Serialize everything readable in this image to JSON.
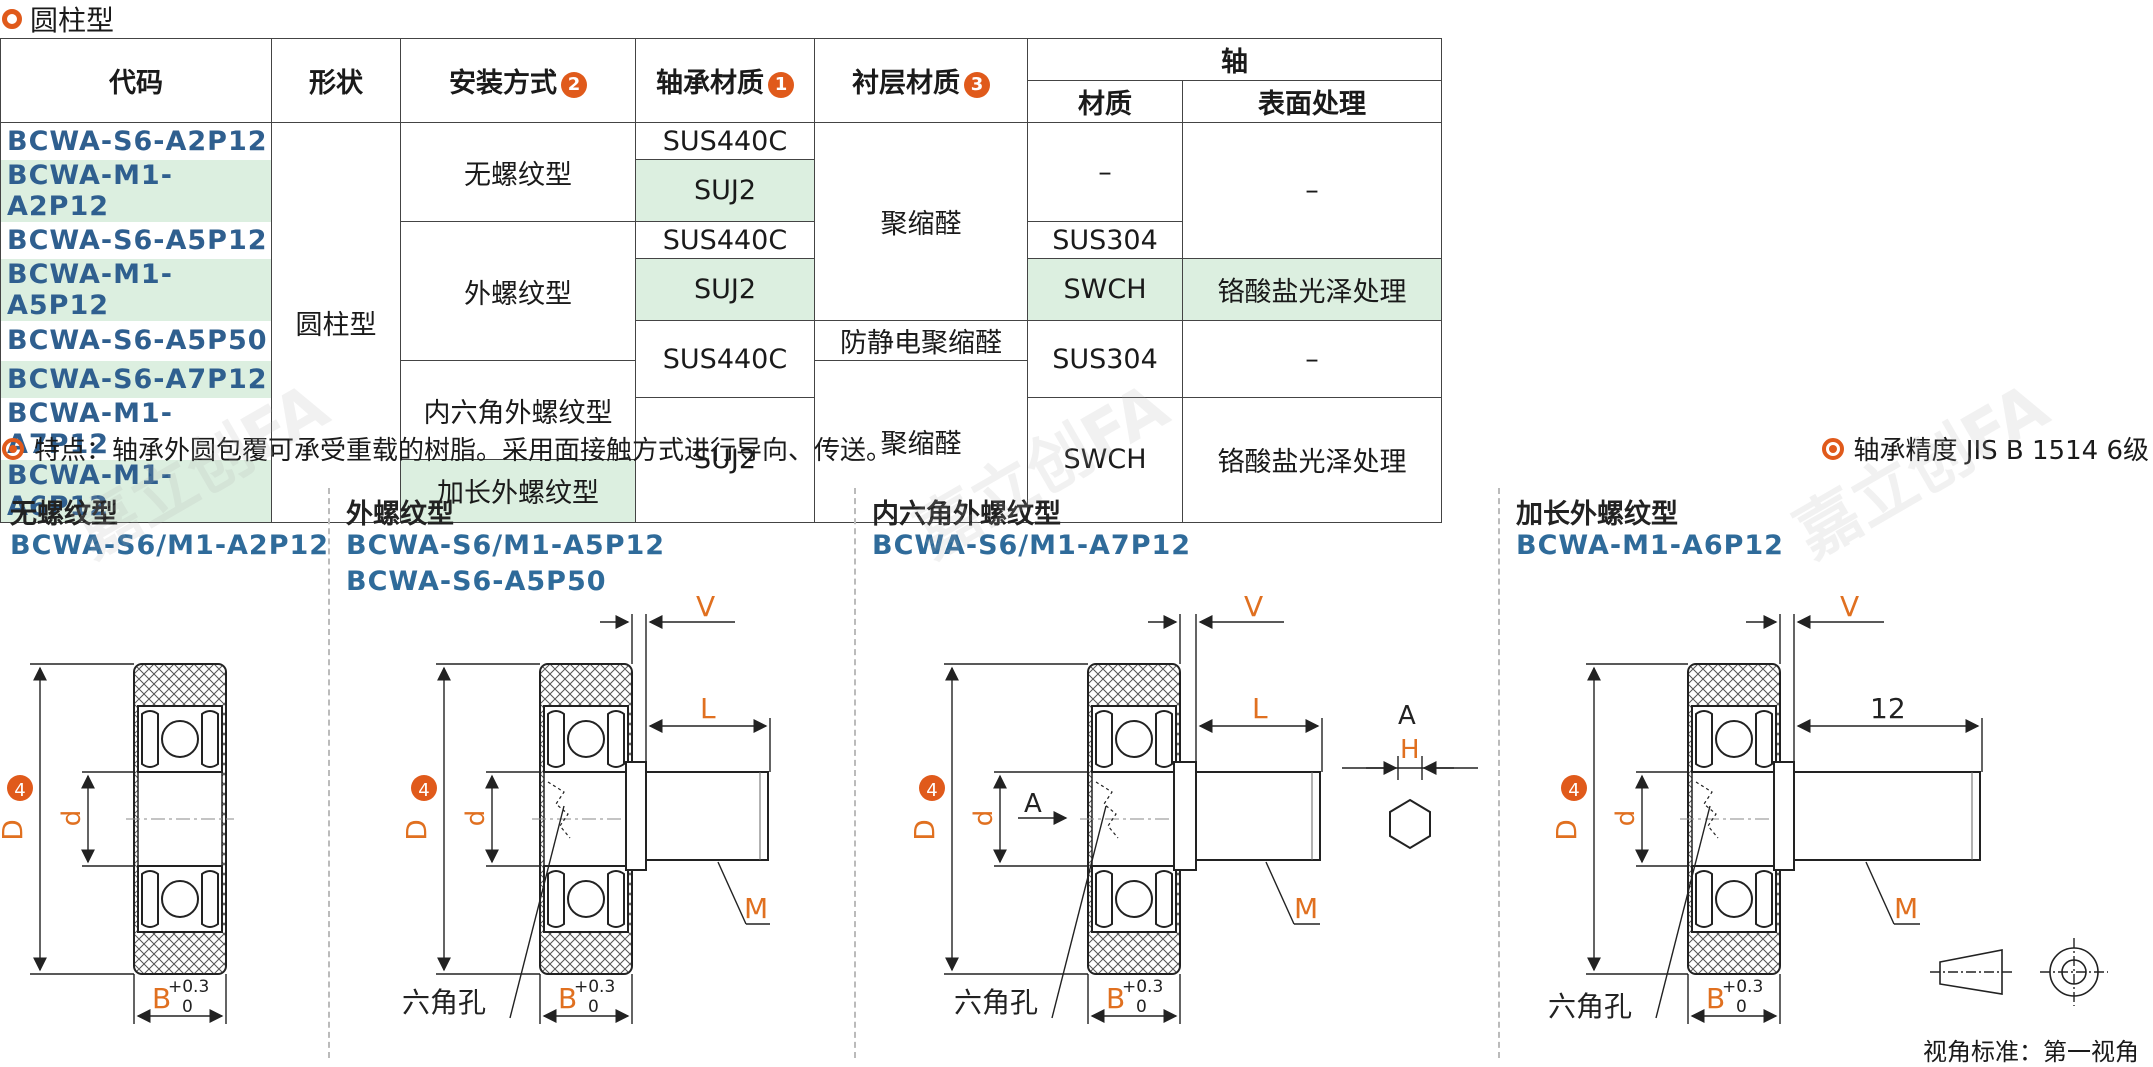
{
  "section_title": "圆柱型",
  "table": {
    "headers": {
      "code": "代码",
      "shape": "形状",
      "mount": "安装方式",
      "mount_num": "2",
      "bearing": "轴承材质",
      "bearing_num": "1",
      "lining": "衬层材质",
      "lining_num": "3",
      "shaft": "轴",
      "shaft_material": "材质",
      "shaft_surface": "表面处理"
    },
    "rows": [
      {
        "code": "BCWA-S6-A2P12"
      },
      {
        "code": "BCWA-M1-A2P12"
      },
      {
        "code": "BCWA-S6-A5P12"
      },
      {
        "code": "BCWA-M1-A5P12"
      },
      {
        "code": "BCWA-S6-A5P50"
      },
      {
        "code": "BCWA-S6-A7P12"
      },
      {
        "code": "BCWA-M1-A7P12"
      },
      {
        "code": "BCWA-M1-A6P12"
      }
    ],
    "shape": "圆柱型",
    "mount": [
      "无螺纹型",
      "外螺纹型",
      "内六角外螺纹型",
      "加长外螺纹型"
    ],
    "bearing": [
      "SUS440C",
      "SUJ2",
      "SUS440C",
      "SUJ2",
      "SUS440C",
      "SUJ2"
    ],
    "lining": [
      "聚缩醛",
      "防静电聚缩醛",
      "聚缩醛"
    ],
    "shaft_material": [
      "–",
      "SUS304",
      "SWCH",
      "SUS304",
      "SWCH"
    ],
    "shaft_surface": [
      "–",
      "铬酸盐光泽处理",
      "–",
      "铬酸盐光泽处理"
    ]
  },
  "feature_text": "特点：轴承外圆包覆可承受重载的树脂。采用面接触方式进行导向、传送。",
  "precision_text": "轴承精度  JIS  B  1514  6级",
  "sections": [
    {
      "title": "无螺纹型",
      "codes": [
        "BCWA-S6/M1-A2P12"
      ]
    },
    {
      "title": "外螺纹型",
      "codes": [
        "BCWA-S6/M1-A5P12",
        "BCWA-S6-A5P50"
      ]
    },
    {
      "title": "内六角外螺纹型",
      "codes": [
        "BCWA-S6/M1-A7P12"
      ]
    },
    {
      "title": "加长外螺纹型",
      "codes": [
        "BCWA-M1-A6P12"
      ]
    }
  ],
  "dims": {
    "D": "D",
    "D_num": "4",
    "d": "d",
    "B": "B",
    "tol_upper": "+0.3",
    "tol_lower": "0",
    "V": "V",
    "L": "L",
    "M": "M",
    "A": "A",
    "H": "H",
    "length_12": "12",
    "hex_hole": "六角孔"
  },
  "footnote": "视角标准：第一视角",
  "watermark": "嘉立创FA"
}
